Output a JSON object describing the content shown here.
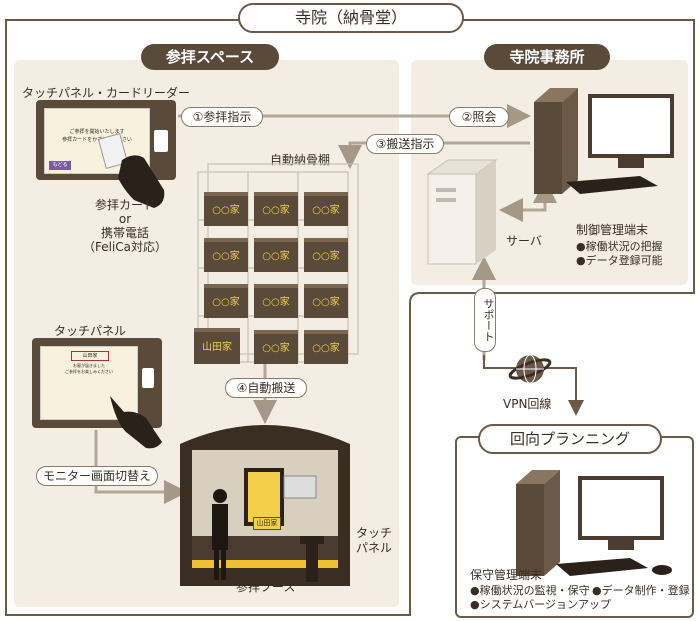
{
  "header": {
    "temple_title": "寺院（納骨堂）"
  },
  "worship_space": {
    "label": "参拝スペース",
    "touch_panel_card_reader": "タッチパネル・カードリーダー",
    "screen_line1": "ご参拝を開始いたします",
    "screen_line2": "参拝カードをかざしてください",
    "screen_button": "もどる",
    "card_label_1": "参拝カード",
    "card_label_2": "or",
    "card_label_3": "携帯電話",
    "card_label_4": "（FeliCa対応）",
    "auto_shelf_label": "自動納骨棚",
    "box_label": "○○家",
    "box_label_selected": "山田家",
    "touch_panel_label": "タッチパネル",
    "panel_screen_title": "山田家",
    "panel_screen_line1": "お墓が届きました",
    "panel_screen_line2": "ご参拝をお楽しみください",
    "monitor_switch": "モニター画面切替え",
    "booth_label": "参拝ブース",
    "booth_touch_panel_1": "タッチ",
    "booth_touch_panel_2": "パネル",
    "plaque": "山田家"
  },
  "office": {
    "label": "寺院事務所",
    "server_label": "サーバ",
    "control_terminal": "制御管理端末",
    "bullet1": "●稼働状況の把握",
    "bullet2": "●データ登録可能"
  },
  "flows": {
    "step1": "①参拝指示",
    "step2": "②照会",
    "step3": "③搬送指示",
    "step4": "④自動搬送",
    "support": "サポート",
    "vpn": "VPN回線"
  },
  "planning": {
    "label": "回向プランニング",
    "terminal": "保守管理端末",
    "bullet1": "●稼働状況の監視・保守",
    "bullet2": "●データ制作・登録",
    "bullet3": "●システムバージョンアップ"
  }
}
